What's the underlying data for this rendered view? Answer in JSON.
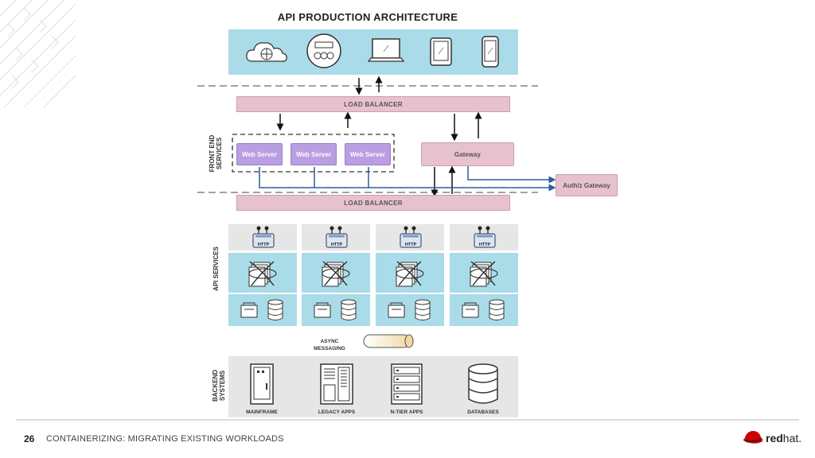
{
  "title": "API PRODUCTION ARCHITECTURE",
  "clients": [
    "cloud-icon",
    "meter-icon",
    "laptop-icon",
    "tablet-icon",
    "phone-icon"
  ],
  "load_balancer_label": "LOAD BALANCER",
  "front_end_label_1": "FRONT END",
  "front_end_label_2": "SERVICES",
  "web_server_label": "Web Server",
  "gateway_label": "Gateway",
  "authz_label": "Auth/z Gateway",
  "api_services_label": "API SERVICES",
  "http_label": "HTTP",
  "async_label_1": "ASYNC",
  "async_label_2": "MESSAGING",
  "backend_label_1": "BACKEND",
  "backend_label_2": "SYSTEMS",
  "backend_items": [
    "MAINFRAME",
    "LEGACY APPS",
    "N-TIER APPS",
    "DATABASES"
  ],
  "footer": {
    "page": "26",
    "text": "CONTAINERIZING: MIGRATING EXISTING WORKLOADS"
  },
  "brand": {
    "red": "red",
    "hat": "hat."
  },
  "colors": {
    "band_blue": "#aadbe9",
    "load_balancer": "#e8c1cf",
    "web_server": "#b99ee1",
    "arrow_blue": "#2a5f9e",
    "grey_panel": "#e6e6e6"
  }
}
